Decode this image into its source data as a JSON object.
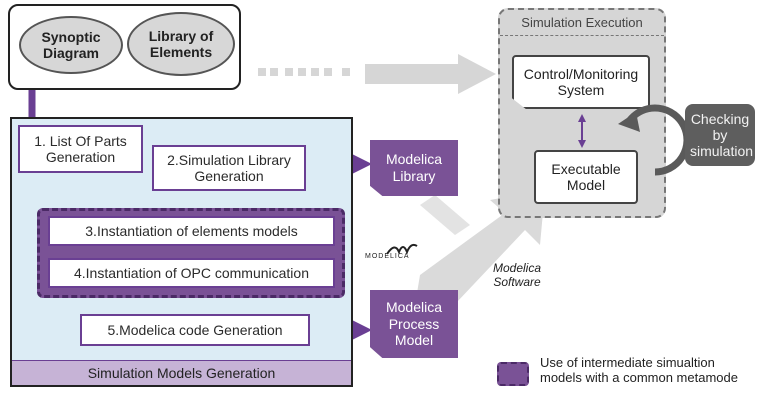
{
  "synoptic_diagram": "Synoptic Diagram",
  "library_of_elements": "Library of Elements",
  "simulation_execution": {
    "title": "Simulation Execution",
    "control_monitoring": "Control/Monitoring System",
    "executable_model": "Executable Model"
  },
  "checking_by_simulation": "Checking by simulation",
  "steps": {
    "s1": "1. List Of Parts Generation",
    "s2": "2.Simulation Library Generation",
    "s3": "3.Instantiation  of elements models",
    "s4": "4.Instantiation  of OPC communication",
    "s5": "5.Modelica code Generation"
  },
  "simulation_models_generation": "Simulation Models Generation",
  "modelica_library": "Modelica Library",
  "modelica_process_model": "Modelica Process Model",
  "modelica_logo": "MODELICA",
  "modelica_software": "Modelica Software",
  "legend_text": "Use of intermediate simualtion models with a common metamode",
  "colors": {
    "purple": "#7a5296",
    "dark_purple": "#6a3f93",
    "panel_fill": "#dcecf5",
    "gray_panel": "#d6d6d6",
    "arrow_gray": "#d9d9d9",
    "checking_bg": "#5e5e5e"
  }
}
